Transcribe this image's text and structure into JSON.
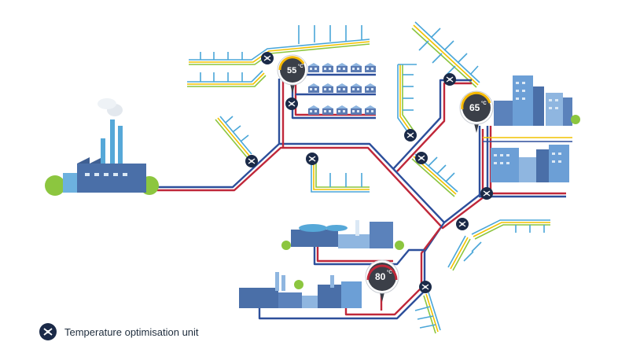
{
  "gauges": [
    {
      "id": "gauge-55",
      "value": "55",
      "unit": "°C"
    },
    {
      "id": "gauge-65",
      "value": "65",
      "unit": "°C"
    },
    {
      "id": "gauge-80",
      "value": "80",
      "unit": "°C"
    }
  ],
  "legend": {
    "icon": "temperature-optimisation-unit-icon",
    "label": "Temperature optimisation unit"
  },
  "colors": {
    "supply_pipe": "#c0283a",
    "return_pipe": "#2d4f9b",
    "low_temp_pipe_blue": "#4aa6d8",
    "low_temp_pipe_yellow": "#f2c200",
    "low_temp_pipe_green": "#8cc63f",
    "unit_badge": "#1b2a48",
    "gauge_ring": "#f5b800",
    "gauge_body": "#3b3f48"
  }
}
